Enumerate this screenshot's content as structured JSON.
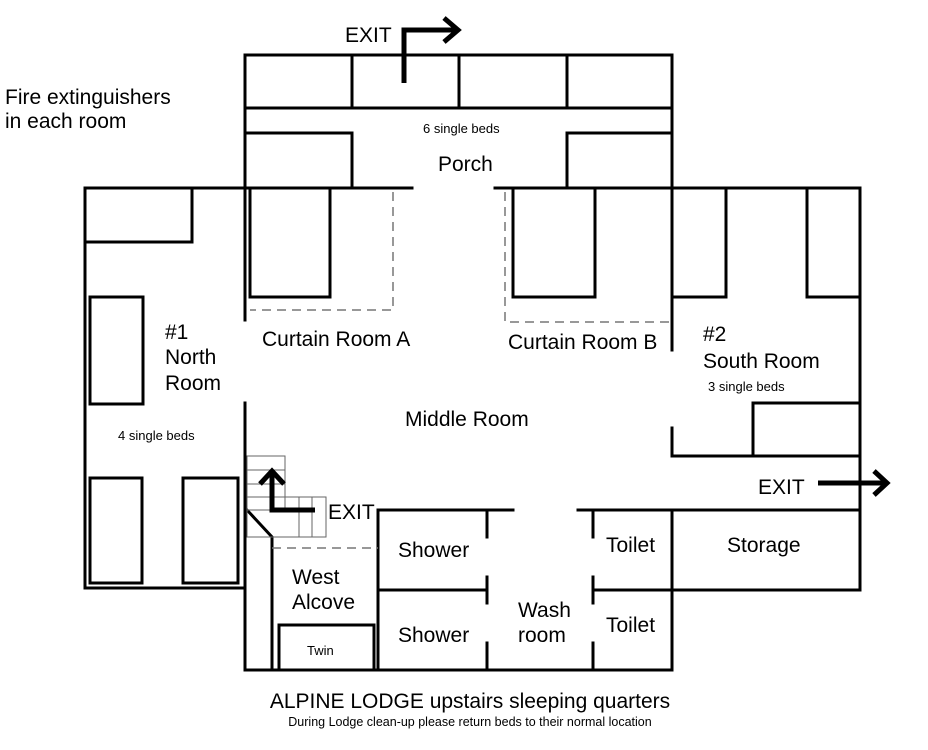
{
  "notes": {
    "line1": "Fire extinguishers",
    "line2": "in each room"
  },
  "porch": {
    "label": "Porch",
    "beds": "6 single beds"
  },
  "north_room": {
    "number": "#1",
    "name_line1": "North",
    "name_line2": "Room",
    "beds": "4 single beds"
  },
  "curtain_a": "Curtain Room A",
  "curtain_b": "Curtain Room B",
  "south_room": {
    "number": "#2",
    "name": "South Room",
    "beds": "3 single beds"
  },
  "middle_room": "Middle Room",
  "exits": {
    "top": "EXIT",
    "stairs": "EXIT",
    "right": "EXIT"
  },
  "west_alcove": {
    "line1": "West",
    "line2": "Alcove",
    "bed": "Twin"
  },
  "showers": [
    "Shower",
    "Shower"
  ],
  "washroom": {
    "line1": "Wash",
    "line2": "room"
  },
  "toilets": [
    "Toilet",
    "Toilet"
  ],
  "storage": "Storage",
  "footer": {
    "title": "ALPINE LODGE upstairs sleeping quarters",
    "subtitle": "During Lodge clean-up please return beds to their normal location"
  }
}
